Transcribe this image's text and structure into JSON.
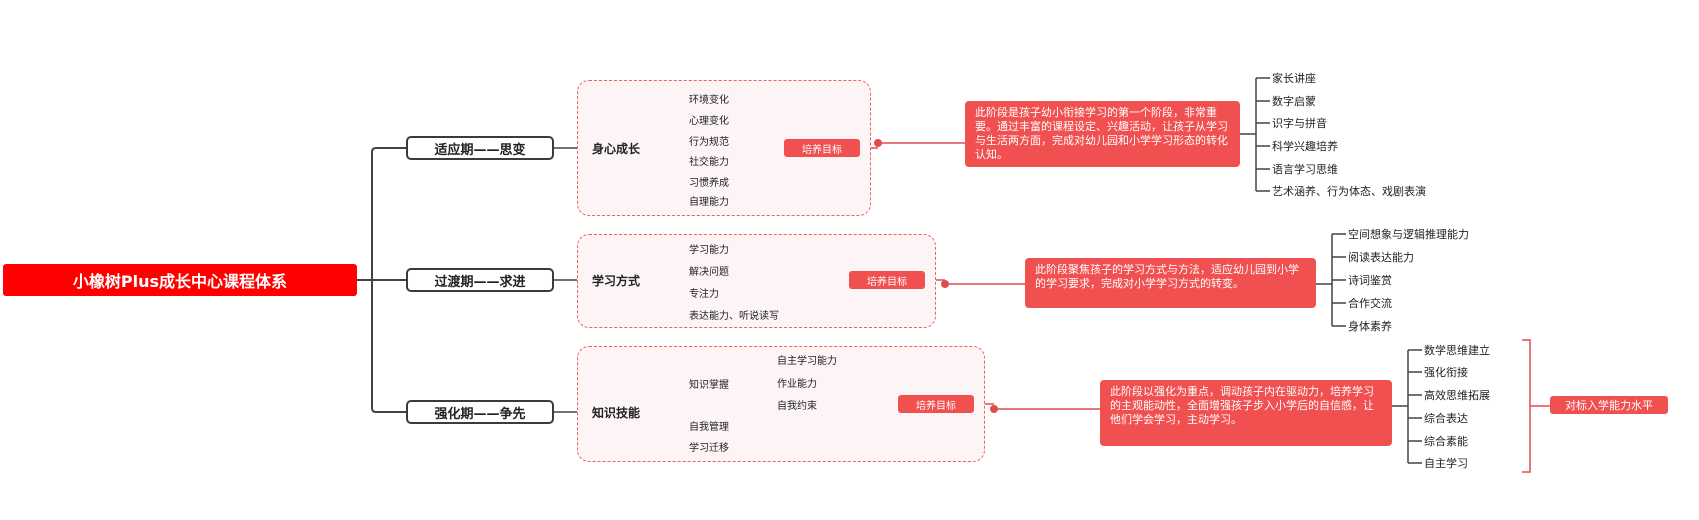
{
  "root": "小橡树Plus成长中心课程体系",
  "goal_label": "培养目标",
  "final": "对标入学能力水平",
  "stages": [
    {
      "title": "适应期——思变",
      "sub": "身心成长",
      "leaves": [
        "环境变化",
        "心理变化",
        "行为规范",
        "社交能力",
        "习惯养成",
        "自理能力"
      ],
      "desc": "此阶段是孩子幼小衔接学习的第一个阶段，非常重要。通过丰富的课程设定、兴趣活动，让孩子从学习与生活两方面，完成对幼儿园和小学学习形态的转化认知。",
      "outcomes": [
        "家长讲座",
        "数字启蒙",
        "识字与拼音",
        "科学兴趣培养",
        "语言学习思维",
        "艺术涵养、行为体态、戏剧表演"
      ]
    },
    {
      "title": "过渡期——求进",
      "sub": "学习方式",
      "leaves": [
        "学习能力",
        "解决问题",
        "专注力",
        "表达能力、听说读写"
      ],
      "desc": "此阶段聚焦孩子的学习方式与方法，适应幼儿园到小学的学习要求，完成对小学学习方式的转变。",
      "outcomes": [
        "空间想象与逻辑推理能力",
        "阅读表达能力",
        "诗词鉴赏",
        "合作交流",
        "身体素养"
      ]
    },
    {
      "title": "强化期——争先",
      "sub": "知识技能",
      "leaves": [
        "知识掌握",
        "自我管理",
        "学习迁移"
      ],
      "subleaves": [
        "自主学习能力",
        "作业能力",
        "自我约束"
      ],
      "desc": "此阶段以强化为重点，调动孩子内在驱动力，培养学习的主观能动性，全面增强孩子步入小学后的自信感，让他们学会学习，主动学习。",
      "outcomes": [
        "数学思维建立",
        "强化衔接",
        "高效思维拓展",
        "综合表达",
        "综合素能",
        "自主学习"
      ]
    }
  ]
}
